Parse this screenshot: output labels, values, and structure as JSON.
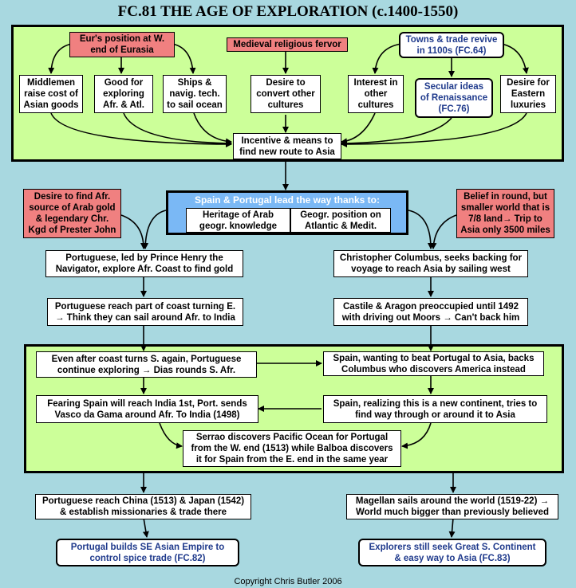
{
  "title": "FC.81 THE AGE OF EXPLORATION (c.1400-1550)",
  "top": {
    "eur_position": "Eur's position at W.\nend of Eurasia",
    "religious": "Medieval religious fervor",
    "towns": "Towns & trade revive\nin 1100s (FC.64)",
    "middlemen": "Middlemen\nraise cost of\nAsian goods",
    "good_exploring": "Good for\nexploring\nAfr. & Atl.",
    "ships": "Ships &\nnavig. tech.\nto sail ocean",
    "desire_convert": "Desire to\nconvert other\ncultures",
    "interest": "Interest in\nother\ncultures",
    "secular": "Secular ideas\nof Renaissance\n(FC.76)",
    "eastern": "Desire for\nEastern\nluxuries",
    "incentive": "Incentive & means to\nfind new route to Asia"
  },
  "middle": {
    "lead_header": "Spain & Portugal lead the way thanks to:",
    "heritage": "Heritage of Arab\ngeogr. knowledge",
    "geogr_position": "Geogr. position on\nAtlantic & Medit.",
    "desire_gold": "Desire to find Afr.\nsource of Arab gold\n& legendary Chr.\nKgd of Prester John",
    "belief_round": "Belief in round, but\nsmaller world that is\n7/8 land→ Trip to\nAsia only 3500 miles",
    "portuguese_henry": "Portuguese, led by Prince Henry the\nNavigator, explore Afr. Coast to find gold",
    "columbus": "Christopher Columbus, seeks backing for\nvoyage to reach Asia by sailing west",
    "coast_east": "Portuguese reach part of coast turning E.\n→ Think they can sail around Afr. to India",
    "castile": "Castile & Aragon preoccupied until 1492\nwith driving out Moors → Can't back him"
  },
  "lower": {
    "dias": "Even after coast turns S. again, Portuguese\ncontinue exploring → Dias rounds S. Afr.",
    "spain_backs": "Spain, wanting to beat Portugal to Asia, backs\nColumbus who discovers America instead",
    "gama": "Fearing Spain  will reach India 1st, Port. sends\nVasco da Gama around  Afr. To India (1498)",
    "new_continent": "Spain, realizing this is a new continent, tries to\nfind way through or around it to Asia",
    "serrao": "Serrao discovers Pacific Ocean for Portugal\nfrom the W. end (1513) while Balboa discovers\nit for Spain from the E. end in the same year"
  },
  "bottom": {
    "china_japan": "Portuguese reach China (1513) & Japan (1542)\n& establish missionaries & trade there",
    "magellan": "Magellan sails around the world (1519-22) →\nWorld much bigger than previously believed",
    "se_asian": "Portugal builds SE Asian Empire to\ncontrol spice trade  (FC.82)",
    "great_s": "Explorers still seek Great S. Continent\n& easy way to Asia (FC.83)"
  },
  "copyright": "Copyright Chris Butler 2006"
}
